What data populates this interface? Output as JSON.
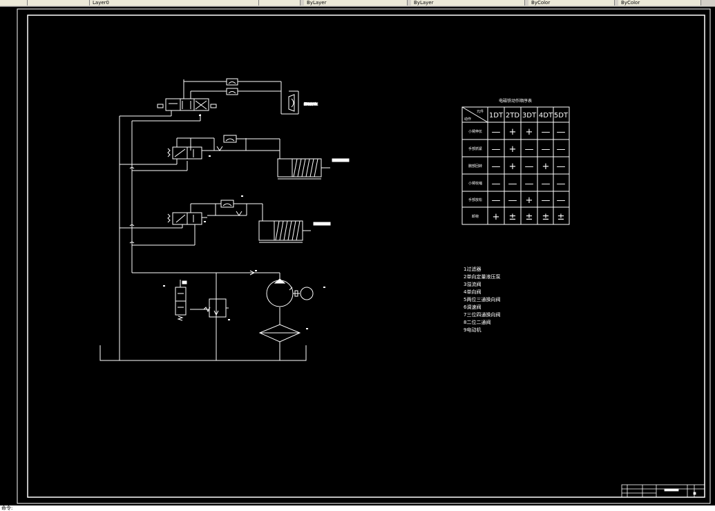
{
  "toolbar": {
    "tab1": "Layer0",
    "tab2": "ByLayer",
    "tab3": "ByLayer",
    "tab4": "ByColor",
    "tab5": "ByColor"
  },
  "drawing": {
    "table_title": "电磁铁动作顺序表",
    "table_corner_top": "元件",
    "table_corner_bottom": "动作",
    "table_headers": [
      "1DT",
      "2TD",
      "3DT",
      "4DT",
      "5DT"
    ],
    "table_rows": [
      {
        "label": "小臂伸长",
        "cells": [
          "—",
          "+",
          "+",
          "—",
          "—"
        ]
      },
      {
        "label": "手部抓紧",
        "cells": [
          "—",
          "+",
          "—",
          "—",
          "—"
        ]
      },
      {
        "label": "腕部回转",
        "cells": [
          "—",
          "+",
          "—",
          "+",
          "—"
        ]
      },
      {
        "label": "小臂收缩",
        "cells": [
          "—",
          "—",
          "—",
          "—",
          "—"
        ]
      },
      {
        "label": "手部放松",
        "cells": [
          "—",
          "—",
          "+",
          "—",
          "—"
        ]
      },
      {
        "label": "卸荷",
        "cells": [
          "+",
          "±",
          "±",
          "±",
          "±"
        ]
      }
    ],
    "legend": [
      "1过滤器",
      "2单向定量液压泵",
      "3溢流阀",
      "4单向阀",
      "5两位三通换向阀",
      "6调速阀",
      "7三位四通换向阀",
      "8二位二通阀",
      "9电动机"
    ],
    "motor_label": "摆动液压缸"
  },
  "command_line": "命令:"
}
